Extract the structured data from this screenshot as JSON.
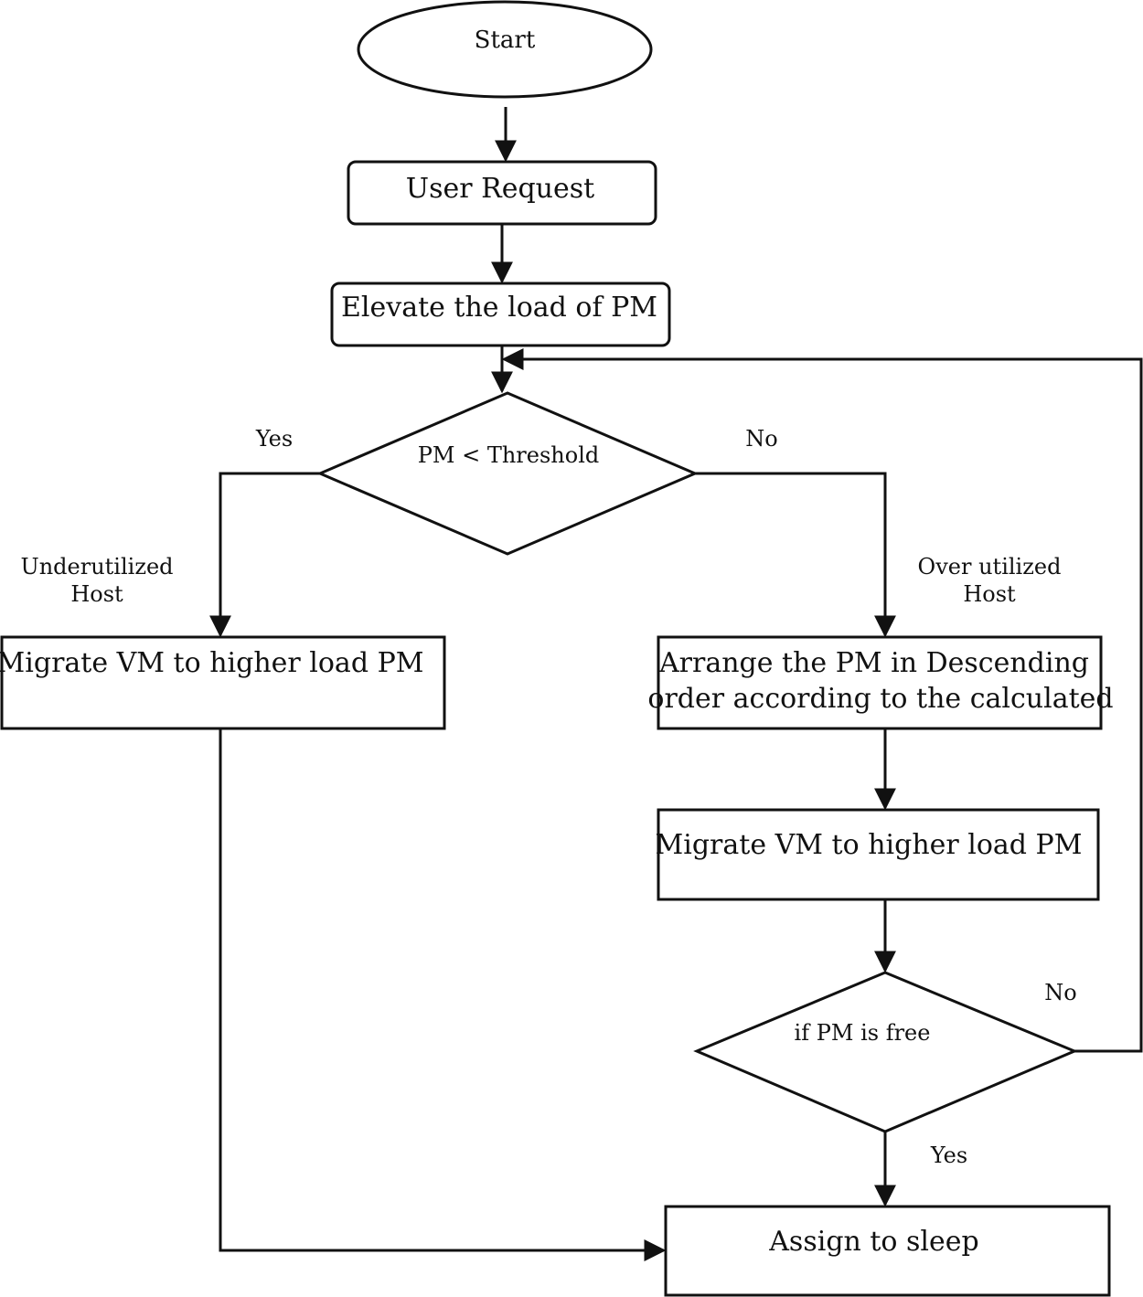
{
  "nodes": {
    "start": "Start",
    "user_request": "User Request",
    "elevate": "Elevate the load of PM",
    "decision_threshold": "PM < Threshold",
    "migrate_left": "Migrate VM to higher load PM",
    "arrange_line1": "Arrange the PM in Descending",
    "arrange_line2": "order according to the calculated",
    "migrate_right": "Migrate VM to higher load PM",
    "decision_free": "if PM is free",
    "sleep": "Assign to sleep"
  },
  "labels": {
    "yes_threshold": "Yes",
    "no_threshold": "No",
    "underutilized_line1": "Underutilized",
    "underutilized_line2": "Host",
    "overutilized_line1": "Over utilized",
    "overutilized_line2": "Host",
    "no_free": "No",
    "yes_free": "Yes"
  },
  "colors": {
    "stroke": "#111111",
    "background": "#ffffff"
  }
}
